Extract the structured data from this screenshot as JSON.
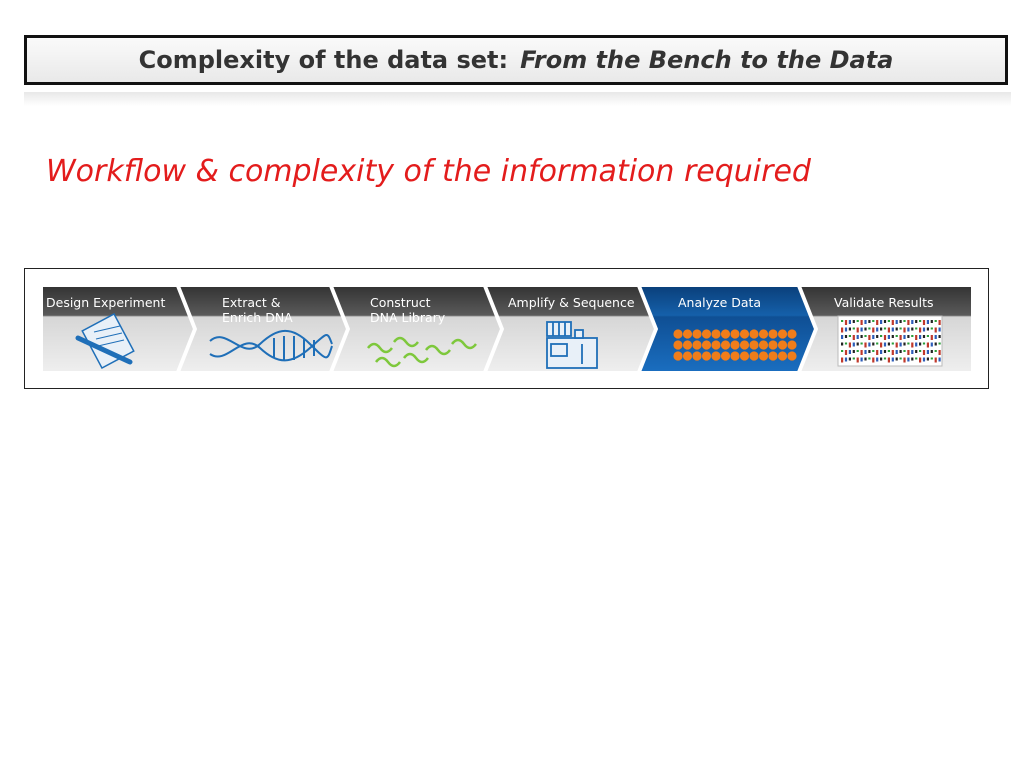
{
  "header": {
    "title_main": "Complexity of the data set:",
    "title_emphasis": "From the Bench to the Data"
  },
  "subtitle": "Workflow & complexity of the information required",
  "workflow": {
    "steps": [
      {
        "line1": "Design Experiment",
        "line2": "",
        "icon": "document-pen-icon",
        "active": false
      },
      {
        "line1": "Extract &",
        "line2": "Enrich DNA",
        "icon": "dna-helix-icon",
        "active": false
      },
      {
        "line1": "Construct",
        "line2": "DNA Library",
        "icon": "dna-fragments-icon",
        "active": false
      },
      {
        "line1": "Amplify & Sequence",
        "line2": "",
        "icon": "sequencer-instrument-icon",
        "active": false
      },
      {
        "line1": "Analyze Data",
        "line2": "",
        "icon": "orange-dot-grid-icon",
        "active": true
      },
      {
        "line1": "Validate Results",
        "line2": "",
        "icon": "sequence-trace-icon",
        "active": false
      }
    ],
    "colors": {
      "inactive_top": "#3a3a3a",
      "inactive_bottom": "#9a9a9a",
      "active_top": "#0a3f7a",
      "active_bottom": "#1a6ec0",
      "icon_blue": "#1f6fb8",
      "icon_green": "#7ec83c",
      "dot_orange": "#f07d1a"
    }
  }
}
